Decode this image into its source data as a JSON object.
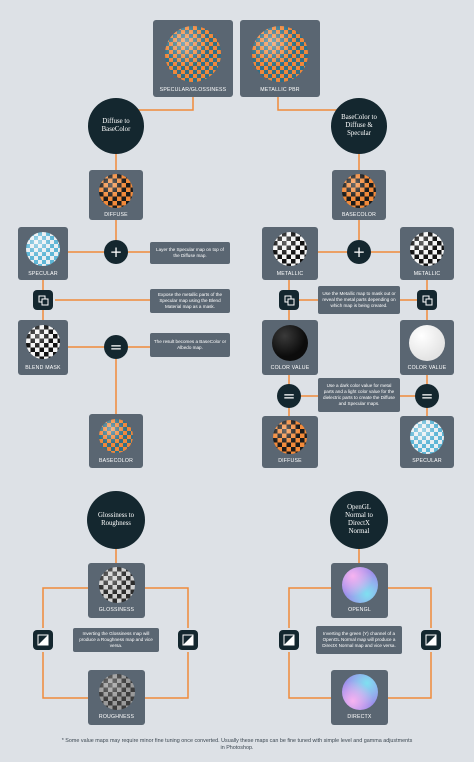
{
  "colors": {
    "background": "#dde1e6",
    "card": "#5a6672",
    "node": "#14272f",
    "wire": "#f08a3a"
  },
  "top": {
    "specgloss_label": "SPECULAR/GLOSSINESS",
    "metalpbr_label": "METALLIC PBR"
  },
  "left_flow": {
    "heading": "Diffuse to BaseColor",
    "diffuse_label": "DIFFUSE",
    "specular_label": "SPECULAR",
    "blend_label": "BLEND MASK",
    "basecolor_label": "BASECOLOR",
    "note_add": "Layer the Specular map on top of the Diffuse map.",
    "note_mask": "Expose the metallic parts of the Specular map using the Blend Material map as a mask.",
    "note_result": "The result becomes a BaseColor or Albedo map."
  },
  "right_flow": {
    "heading": "BaseColor to Diffuse & Specular",
    "basecolor_label": "BASECOLOR",
    "metallic_left_label": "METALLIC",
    "metallic_right_label": "METALLIC",
    "color_value_left_label": "COLOR VALUE",
    "color_value_right_label": "COLOR VALUE",
    "diffuse_label": "DIFFUSE",
    "specular_label": "SPECULAR",
    "note_mask": "Use the Metallic map to mask out or reveal the metal parts depending on which map is being created.",
    "note_color": "Use a dark color value for metal parts and a light color value for the dielectric parts to create the Diffuse and Specular maps."
  },
  "gloss_flow": {
    "heading": "Glossiness to Roughness",
    "glossiness_label": "GLOSSINESS",
    "roughness_label": "ROUGHNESS",
    "note": "Inverting the Glossiness map will produce a Roughness map and vice versa."
  },
  "normal_flow": {
    "heading": "OpenGL Normal to DirectX Normal",
    "opengl_label": "OPENGL",
    "directx_label": "DIRECTX",
    "note": "Inverting the green (Y) channel of a OpenGL Normal map will produce a DirectX Normal map and vice versa."
  },
  "operators": {
    "add": "+",
    "equals": "="
  },
  "icons": {
    "layer": "layer-copy-icon",
    "invert": "invert-icon"
  },
  "footnote": "* Some value maps may require minor fine tuning once converted. Usually these maps can be fine tuned with simple level and gamma adjustments in Photoshop."
}
